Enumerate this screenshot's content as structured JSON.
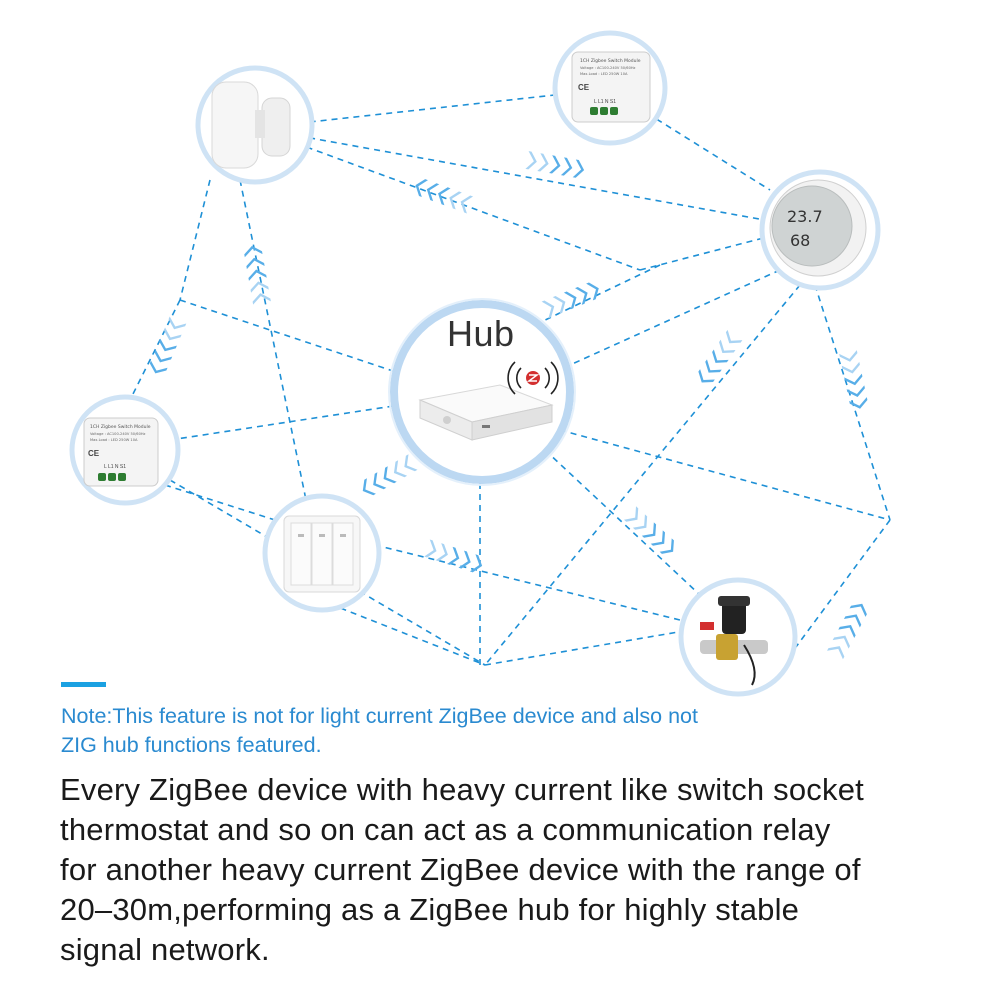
{
  "hub": {
    "label": "Hub"
  },
  "switch_module": {
    "title": "1CH Zigbee Switch Module",
    "voltage": "Voltage : AC100-240V 50/60Hz",
    "max_load": "Max.Load : LED 250W 10A",
    "terminals": "L  L1  N  S1",
    "marks": "CE"
  },
  "thermo": {
    "temp": "23.7",
    "humidity": "68"
  },
  "note": {
    "lines": [
      "Note:This feature is not for light current ZigBee device and also not",
      "ZIG hub functions featured."
    ]
  },
  "body": {
    "lines": [
      "Every ZigBee device with heavy current like switch socket",
      "thermostat and so on can act as a communication relay",
      "for another heavy current ZigBee device with the range of",
      "20–30m,performing as a ZigBee hub for highly stable",
      "signal network."
    ]
  },
  "colors": {
    "accent": "#1ba1e2",
    "dashed_line": "#1e90d6",
    "arrow": "#58aee8",
    "note": "#2a8ad0",
    "ring": "#bcd8f2"
  },
  "icons": [
    "door-sensor-icon",
    "switch-module-icon",
    "thermo-hygrometer-icon",
    "hub-icon",
    "zigbee-signal-icon",
    "wall-switch-icon",
    "valve-controller-icon"
  ]
}
